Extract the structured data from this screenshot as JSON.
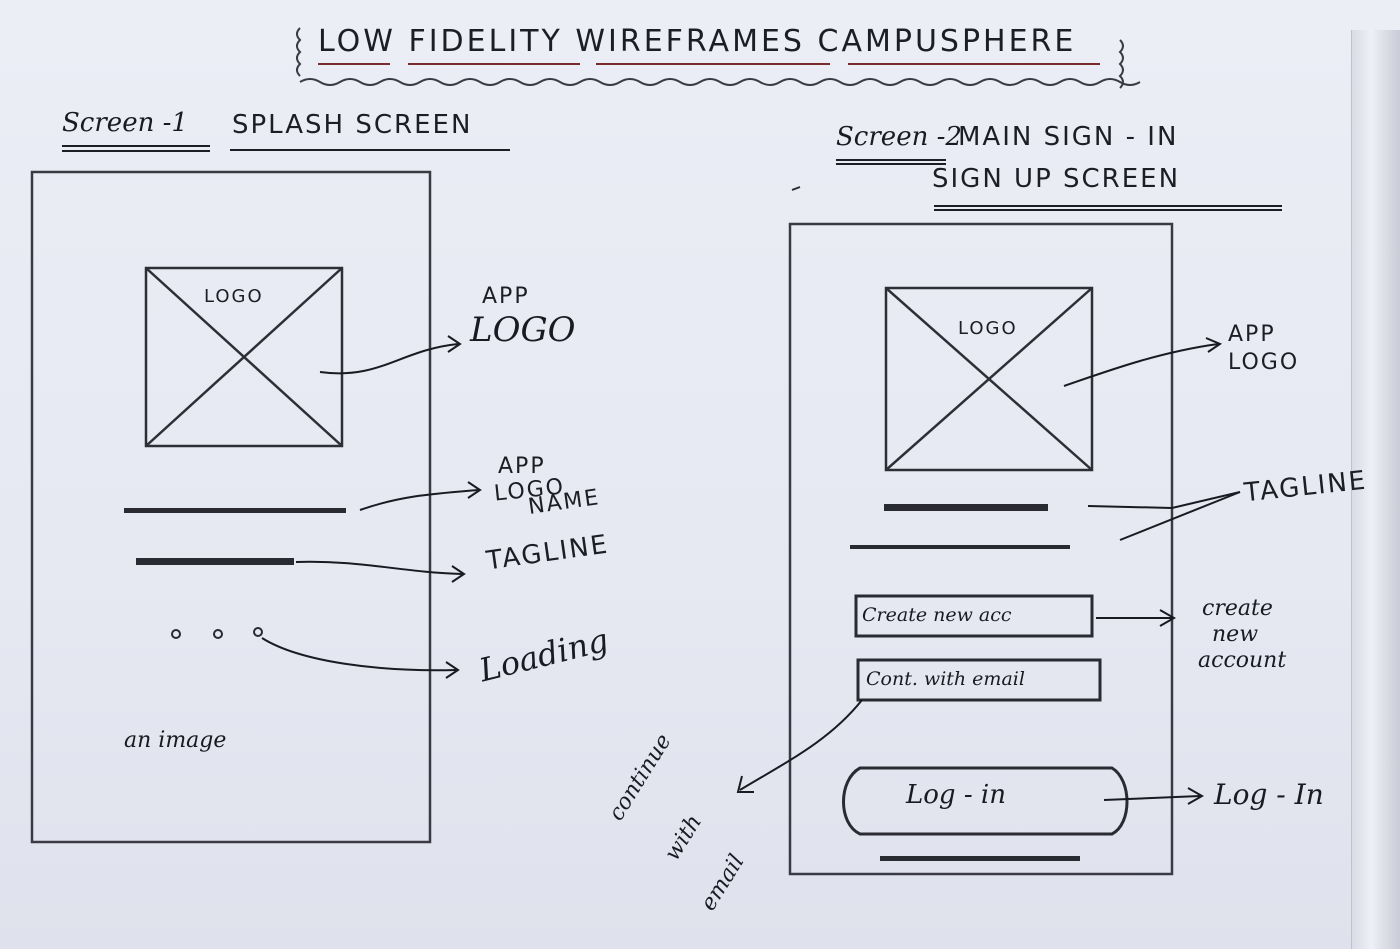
{
  "page_title": "LOW FIDELITY WIREFRAMES CAMPUSPHERE",
  "screen1": {
    "heading_prefix": "Screen -1",
    "heading": "SPLASH SCREEN",
    "logo_placeholder": "LOGO",
    "background_note": "an image",
    "annotations": {
      "app_logo_line1": "APP",
      "app_logo_line2": "LOGO",
      "app_name_line1": "APP",
      "app_name_line2": "LOGO",
      "app_name_line3": "NAME",
      "tagline": "TAGLINE",
      "loading": "Loading"
    }
  },
  "screen2": {
    "heading_prefix": "Screen -2",
    "heading_line1": "MAIN SIGN - IN",
    "heading_line2": "SIGN UP SCREEN",
    "logo_placeholder": "LOGO",
    "buttons": {
      "create": "Create new acc",
      "continue": "Cont. with email",
      "login": "Log - in"
    },
    "annotations": {
      "app_logo_line1": "APP",
      "app_logo_line2": "LOGO",
      "tagline": "TAGLINE",
      "create_line1": "create",
      "create_line2": "new",
      "create_line3": "account",
      "continue_line1": "continue",
      "continue_line2": "with",
      "continue_line3": "email",
      "login": "Log - In"
    }
  },
  "colors": {
    "ink": "#1a1a22",
    "pencil": "#4a4a52",
    "underline_red": "#7a2a2a",
    "paper": "#e8eaf3"
  }
}
